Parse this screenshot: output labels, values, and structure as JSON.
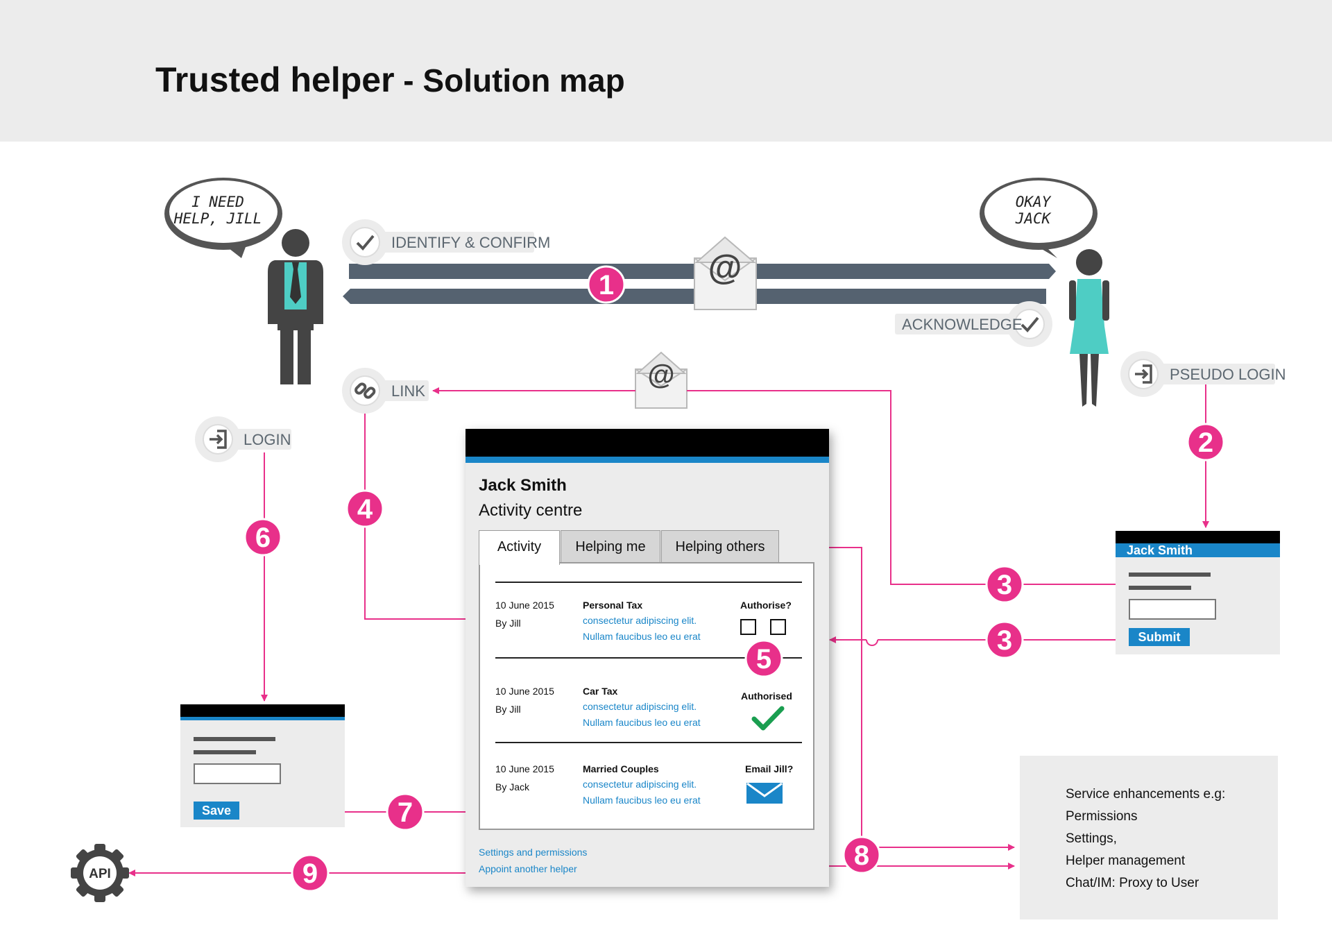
{
  "title": {
    "main": "Trusted helper",
    "sub": " - Solution map"
  },
  "bubbles": {
    "jack": [
      "I NEED",
      "HELP, JILL"
    ],
    "jill": [
      "OKAY",
      "JACK"
    ]
  },
  "badges": {
    "identify": "IDENTIFY & CONFIRM",
    "acknowledge": "ACKNOWLEDGE",
    "link": "LINK",
    "pseudo_login": "PSEUDO LOGIN",
    "login": "LOGIN"
  },
  "steps": {
    "s1": "1",
    "s2": "2",
    "s3a": "3",
    "s3b": "3",
    "s4": "4",
    "s5": "5",
    "s6": "6",
    "s7": "7",
    "s8": "8",
    "s9": "9"
  },
  "email_symbol": "@",
  "api_label": "API",
  "activity_centre": {
    "name": "Jack Smith",
    "subtitle": "Activity centre",
    "tabs": [
      "Activity",
      "Helping me",
      "Helping others"
    ],
    "rows": [
      {
        "date": "10 June 2015",
        "by": "By Jill",
        "title": "Personal Tax",
        "desc1": "consectetur adipiscing elit.",
        "desc2": "Nullam faucibus leo eu erat",
        "status": "Authorise?"
      },
      {
        "date": "10 June 2015",
        "by": "By Jill",
        "title": "Car Tax",
        "desc1": "consectetur adipiscing elit.",
        "desc2": "Nullam faucibus leo eu erat",
        "status": "Authorised"
      },
      {
        "date": "10 June 2015",
        "by": "By Jack",
        "title": "Married Couples",
        "desc1": "consectetur adipiscing elit.",
        "desc2": "Nullam faucibus leo eu erat",
        "status": "Email Jill?"
      }
    ],
    "links": [
      "Settings and permissions",
      "Appoint another helper"
    ]
  },
  "pseudo_login_form": {
    "name": "Jack Smith",
    "button": "Submit"
  },
  "login_form": {
    "button": "Save"
  },
  "enhancements": [
    "Service enhancements e.g:",
    "Permissions",
    "Settings,",
    "Helper management",
    "Chat/IM: Proxy to User"
  ],
  "colors": {
    "accent": "#e8308a",
    "arrow_bar": "#556270",
    "blue": "#1a86c8",
    "jill": "#4ecdc4",
    "check": "#1a9e50"
  }
}
